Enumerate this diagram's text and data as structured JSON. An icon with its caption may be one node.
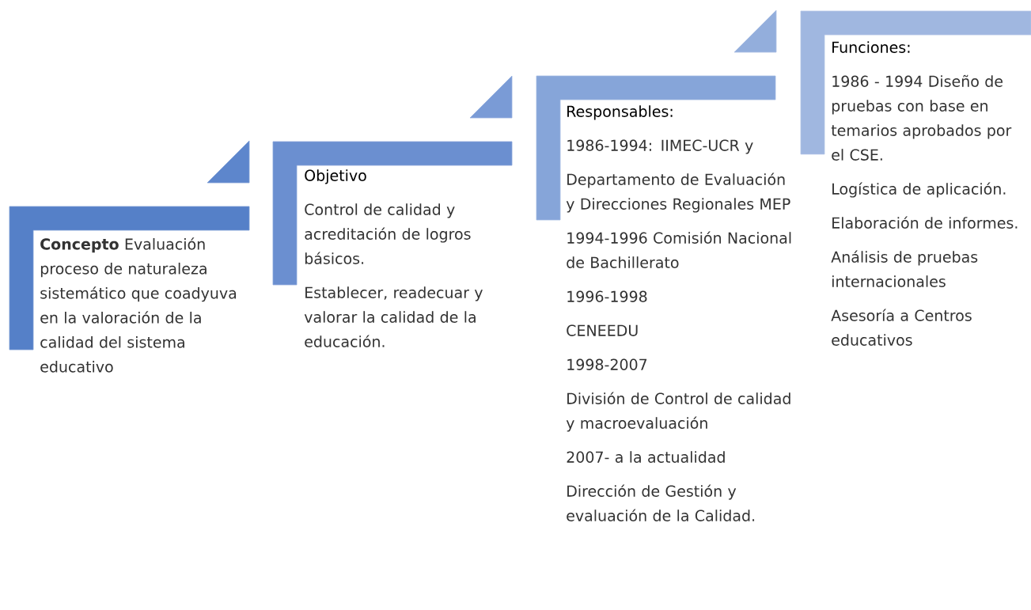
{
  "diagram": {
    "nodes": [
      {
        "text": [],
        "shape": "bracket"
      },
      {
        "text": [],
        "shape": "bracket"
      },
      {
        "text": [],
        "shape": "bracket"
      },
      {
        "text": [],
        "shape": "bracket"
      }
    ],
    "labels": [
      "**Concepto** Evaluación proceso de naturaleza sistemático que coadyuva en la valoración de la calidad del sistema educativo",
      "Objetivo",
      "Control de calidad y acreditación de logros básicos.",
      "Establecer, readecuar y valorar la calidad de la educación.",
      "Responsables:",
      "1986-1994: IIMEC-UCR y",
      "Departamento de Evaluación y Direcciones Regionales MEP",
      "1994-1996 Comisión Nacional de Bachillerato",
      "1996-1998",
      "CENEEDU",
      "1998-2007",
      "División de Control de calidad y macroevaluación",
      "2007- a la actualidad",
      "Dirección de Gestión y evaluación de la Calidad.",
      "Funciones:",
      "1986 - 1994 Diseño de pruebas con base en temarios aprobados por el CSE.",
      "Logística de aplicación.",
      "Elaboración de informes.",
      "Análisis de pruebas internacionales",
      "Asesoría a Centros educativos"
    ]
  }
}
